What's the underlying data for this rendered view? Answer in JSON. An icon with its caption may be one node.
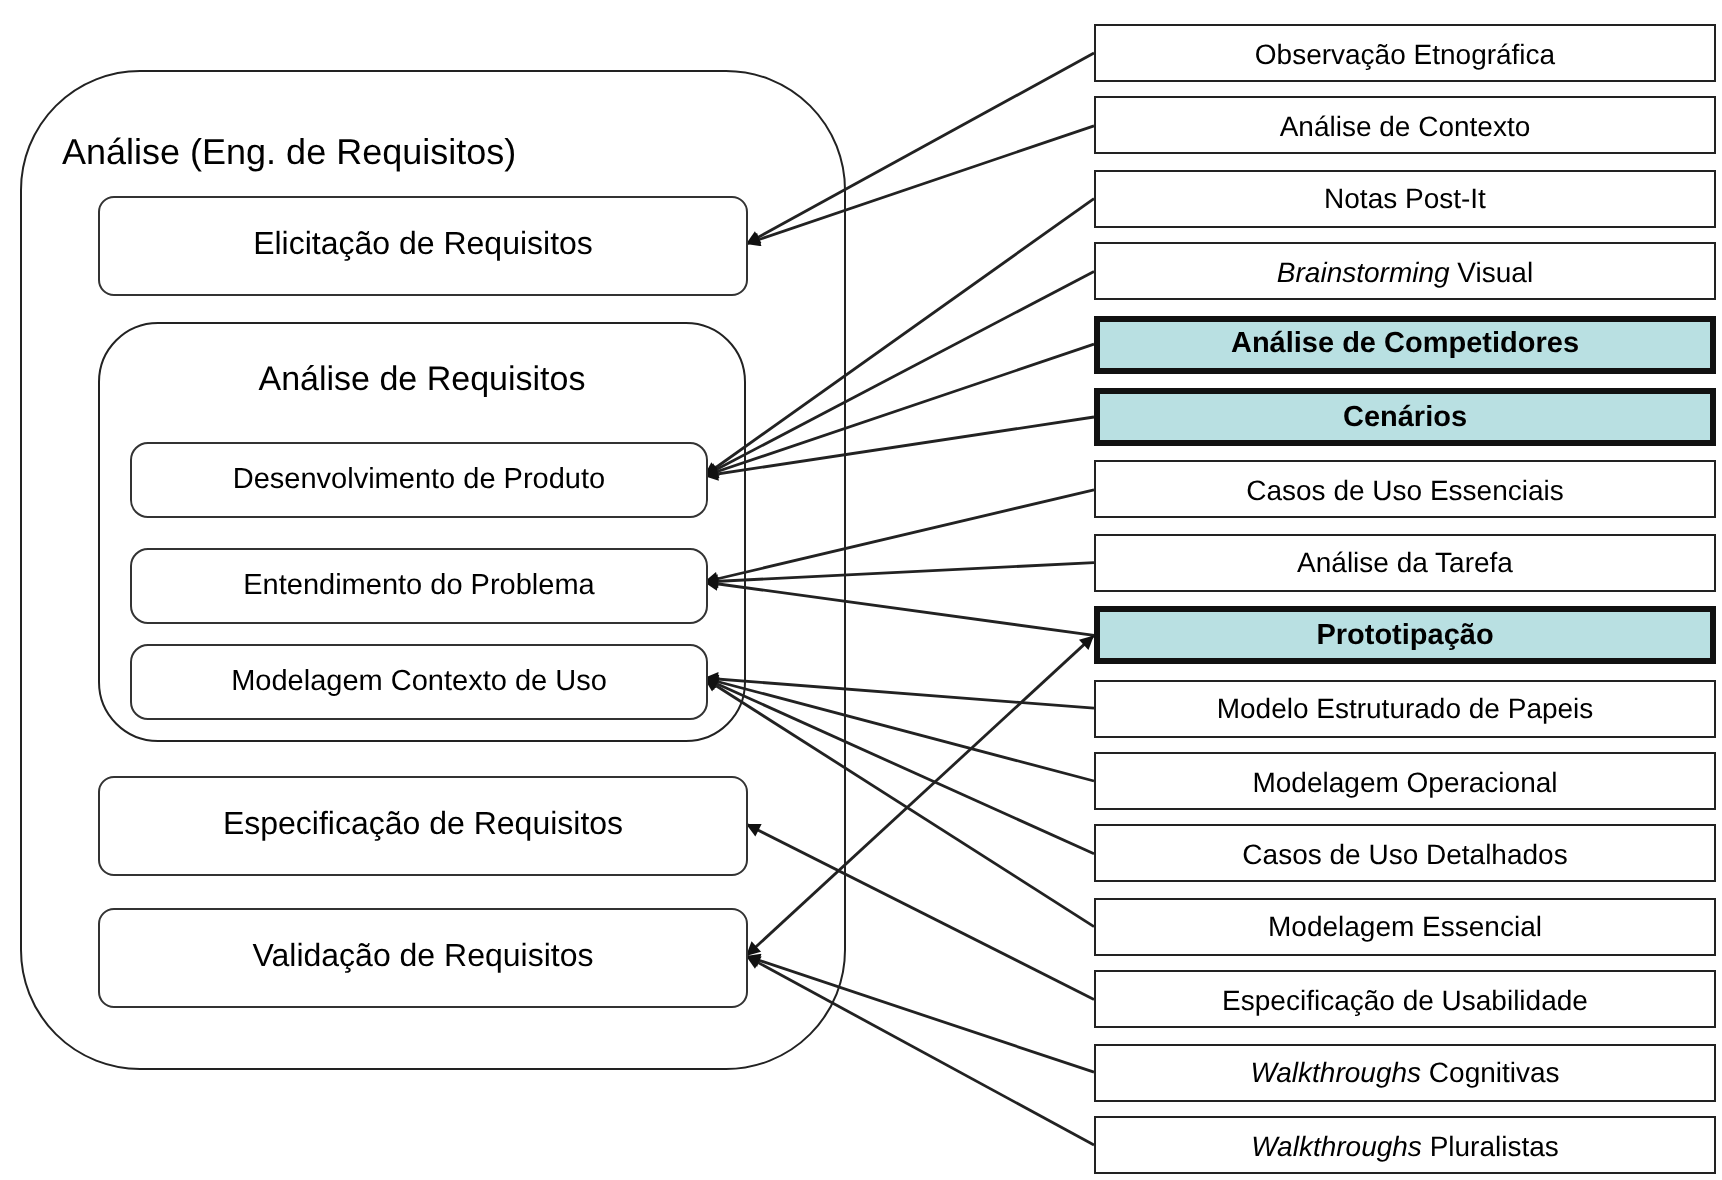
{
  "diagram": {
    "nodes": [
      {
        "text": [
          "Análise (Eng. de Requisitos)"
        ]
      },
      {
        "text": [
          "Elicitação de Requisitos"
        ],
        "in": 0
      },
      {
        "text": [
          "Análise de Requisitos"
        ],
        "in": 0
      },
      {
        "text": [
          "Desenvolvimento de Produto"
        ],
        "in": 2
      },
      {
        "text": [
          "Entendimento do Problema"
        ],
        "in": 2
      },
      {
        "text": [
          "Modelagem Contexto de Uso"
        ],
        "in": 2
      },
      {
        "text": [
          "Especificação de Requisitos"
        ],
        "in": 0
      },
      {
        "text": [
          "Validação de Requisitos"
        ],
        "in": 0
      },
      {
        "text": [
          "Observação Etnográfica"
        ]
      },
      {
        "text": [
          "Análise de Contexto"
        ]
      },
      {
        "text": [
          "Notas Post-It"
        ]
      },
      {
        "text": [
          "*Brainstorming* Visual"
        ]
      },
      {
        "text": [
          "Análise de Competidores"
        ]
      },
      {
        "text": [
          "Cenários"
        ]
      },
      {
        "text": [
          "Casos de Uso Essenciais"
        ]
      },
      {
        "text": [
          "Análise da Tarefa"
        ]
      },
      {
        "text": [
          "Prototipação"
        ]
      },
      {
        "text": [
          "Modelo Estruturado de Papeis"
        ]
      },
      {
        "text": [
          "Modelagem Operacional"
        ]
      },
      {
        "text": [
          "Casos de Uso Detalhados"
        ]
      },
      {
        "text": [
          "Modelagem Essencial"
        ]
      },
      {
        "text": [
          "Especificação de Usabilidade"
        ]
      },
      {
        "text": [
          "*Walkthroughs* Cognitivas"
        ]
      },
      {
        "text": [
          "*Walkthroughs* Pluralistas"
        ]
      }
    ],
    "edges": [
      {
        "from": 8,
        "to": 1,
        "arrow": "to"
      },
      {
        "from": 9,
        "to": 1,
        "arrow": "to"
      },
      {
        "from": 10,
        "to": 3,
        "arrow": "to"
      },
      {
        "from": 11,
        "to": 3,
        "arrow": "to"
      },
      {
        "from": 12,
        "to": 3,
        "arrow": "to"
      },
      {
        "from": 13,
        "to": 3,
        "arrow": "to"
      },
      {
        "from": 14,
        "to": 4,
        "arrow": "to"
      },
      {
        "from": 15,
        "to": 4,
        "arrow": "to"
      },
      {
        "from": 16,
        "to": 4,
        "arrow": "to"
      },
      {
        "from": 7,
        "to": 16,
        "arrow": "both"
      },
      {
        "from": 17,
        "to": 5,
        "arrow": "to"
      },
      {
        "from": 18,
        "to": 5,
        "arrow": "to"
      },
      {
        "from": 19,
        "to": 5,
        "arrow": "to"
      },
      {
        "from": 20,
        "to": 5,
        "arrow": "to"
      },
      {
        "from": 21,
        "to": 6,
        "arrow": "to"
      },
      {
        "from": 22,
        "to": 7,
        "arrow": "to"
      },
      {
        "from": 23,
        "to": 7,
        "arrow": "to"
      }
    ]
  }
}
